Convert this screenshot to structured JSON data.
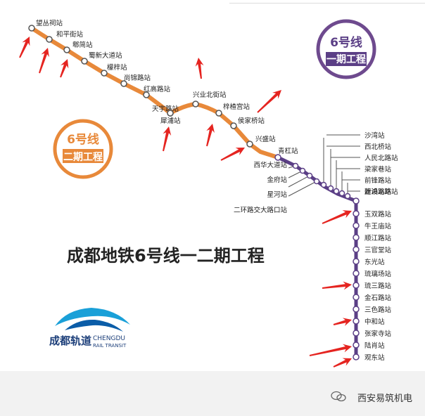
{
  "map": {
    "title": "成都地铁6号线一二期工程",
    "phase1_badge": {
      "line": "6号线",
      "phase": "一期工程",
      "color": "#6e4a8e"
    },
    "phase2_badge": {
      "line": "6号线",
      "phase": "二期工程",
      "color": "#e8893a"
    },
    "colors": {
      "phase2_line": "#e8893a",
      "phase1_line": "#5b3f86",
      "arrow": "#e52420",
      "text": "#222222"
    },
    "phase2_stations": [
      "望丛祠站",
      "和平街站",
      "郫简站",
      "蜀新大道站",
      "檬梓站",
      "尚锦路站",
      "红高路站",
      "天宇路站",
      "犀浦站",
      "兴业北街站",
      "梓楂宫站",
      "侯家桥站",
      "兴盛站"
    ],
    "phase1_stations": [
      "青杠站",
      "西华大道站",
      "金府站",
      "星河站",
      "二环路交大路口站",
      "沙湾站",
      "西北桥站",
      "人民北路站",
      "梁家巷站",
      "前锋路站",
      "建设北路站",
      "新鸿路站",
      "玉双路站",
      "牛王庙站",
      "顺江路站",
      "三官堂站",
      "东光站",
      "琉璃场站",
      "琉三路站",
      "金石路站",
      "三色路站",
      "中和站",
      "张家寺站",
      "陆肖站",
      "观东站"
    ],
    "logo": {
      "cn": "成都轨道",
      "en1": "CHENGDU",
      "en2": "RAIL TRANSIT"
    }
  },
  "footer": {
    "account": "西安易筑机电",
    "icon": "wechat-icon"
  }
}
